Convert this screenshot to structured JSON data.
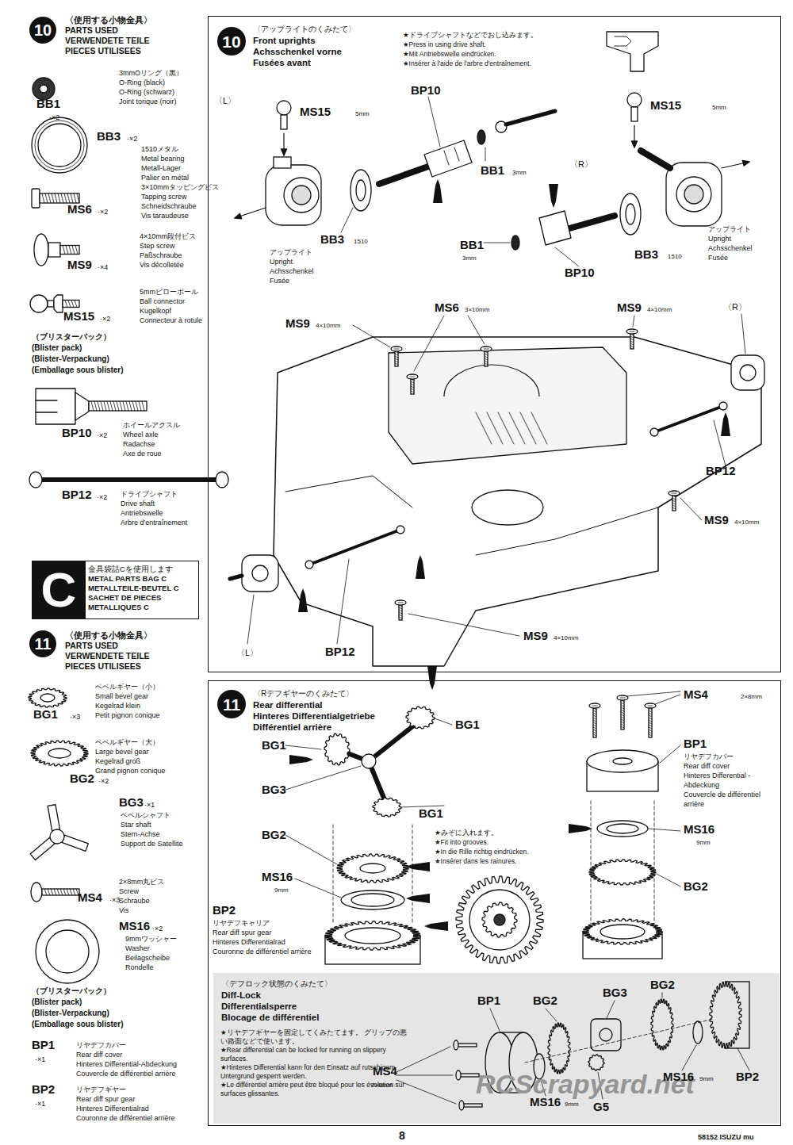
{
  "diagram": {
    "nodes": [
      {
        "text": [
          "10"
        ]
      },
      {
        "text": [
          "〈アップライトのくみたて〉",
          "Front uprights",
          "Achsschenkel vorne",
          "Fusées avant"
        ]
      },
      {
        "text": [
          "10"
        ],
        "in": 1
      },
      {
        "text": [
          "C"
        ]
      },
      {
        "text": [
          "金具袋詰Cを使用します",
          "METAL PARTS BAG C",
          "METALLTEILE-BEUTEL C",
          "SACHET DE PIECES METALLIQUES C"
        ]
      },
      {
        "text": [
          "11"
        ]
      },
      {
        "text": [
          "〈Rデフギヤーのくみたて〉",
          "Rear differential",
          "Hinteres Differentialgetriebe",
          "Différentiel arrière"
        ]
      },
      {
        "text": [
          "11"
        ],
        "in": 6
      },
      {
        "text": [
          "〈デフロック状態のくみたて〉",
          "Diff-Lock",
          "Differentialsperre",
          "Blocage de différentiel"
        ],
        "in": 6
      }
    ],
    "labels": [
      "〈使用する小物金具〉",
      "PARTS USED",
      "VERWENDETE TEILE",
      "PIECES UTILISEES",
      "BB1",
      "·×2",
      "3mmOリング（黒）",
      "O-Ring (black)",
      "O-Ring (schwarz)",
      "Joint torique (noir)",
      "BB3",
      "·×2",
      "1510メタル",
      "Metal bearing",
      "Metall-Lager",
      "Palier en métal",
      "3×10mmタッピングビス",
      "Tapping screw",
      "Schneidschraube",
      "Vis taraudeuse",
      "MS6",
      "·×2",
      "4×10mm段付ビス",
      "Step screw",
      "Paßschraube",
      "Vis décolletée",
      "MS9",
      "·×4",
      "5mmピローボール",
      "Ball connector",
      "Kugelkopf",
      "Connecteur à rotule",
      "MS15",
      "·×2",
      "（ブリスターパック）",
      "(Blister pack)",
      "(Blister-Verpackung)",
      "(Emballage sous blister)",
      "BP10",
      "·×2",
      "ホイールアクスル",
      "Wheel axle",
      "Radachse",
      "Axe de roue",
      "BP12",
      "·×2",
      "ドライブシャフト",
      "Drive shaft",
      "Antriebswelle",
      "Arbre d'entraînement",
      "〈使用する小物金具〉",
      "PARTS USED",
      "VERWENDETE TEILE",
      "PIECES UTILISEES",
      "BG1",
      "·×3",
      "ベベルギヤー（小）",
      "Small bevel gear",
      "Kegelrad klein",
      "Petit pignon conique",
      "ベベルギヤー（大）",
      "Large bevel gear",
      "Kegelrad groß",
      "Grand pignon conique",
      "BG2",
      "·×2",
      "BG3",
      "·×1",
      "ベベルシャフト",
      "Star shaft",
      "Stern-Achse",
      "Support de Satellite",
      "2×8mm丸ビス",
      "Screw",
      "Schraube",
      "Vis",
      "MS4",
      "·×3",
      "MS16",
      "·×2",
      "9mmワッシャー",
      "Washer",
      "Beilagscheibe",
      "Rondelle",
      "（ブリスターパック）",
      "(Blister pack)",
      "(Blister-Verpackung)",
      "(Emballage sous blister)",
      "BP1",
      "·×1",
      "リヤデフカバー",
      "Rear diff cover",
      "Hinteres Differential-Abdeckung",
      "Couvercle de différentiel arrière",
      "BP2",
      "·×1",
      "リヤデフギヤー",
      "Rear diff spur gear",
      "Hinteres Differentialrad",
      "Couronne de différentiel arrière",
      "★ドライブシャフトなどでおし込みます。",
      "★Press in using drive shaft.",
      "★Mit Antriebswelle eindrücken.",
      "★Insérer à l'aide de l'arbre d'entraînement.",
      "〈L〉",
      "MS15",
      "5mm",
      "BP10",
      "BB1",
      "3mm",
      "BB3",
      "1510",
      "アップライト",
      "Upright",
      "Achsschenkel",
      "Fusée",
      "MS15",
      "5mm",
      "〈R〉",
      "BB1",
      "3mm",
      "BB3",
      "1510",
      "BP10",
      "アップライト",
      "Upright",
      "Achsschenkel",
      "Fusée",
      "MS9",
      "4×10mm",
      "MS6",
      "3×10mm",
      "MS9",
      "4×10mm",
      "〈R〉",
      "BP12",
      "MS9",
      "4×10mm",
      "〈L〉",
      "BP12",
      "MS9",
      "4×10mm",
      "BG1",
      "BG1",
      "BG3",
      "BG1",
      "BG2",
      "MS16",
      "9mm",
      "BP2",
      "リヤデフキャリア",
      "Rear diff spur gear",
      "Hinteres Differentialrad",
      "Couronne de différentiel arrière",
      "★みぞに入れます。",
      "★Fit into grooves.",
      "★In die Rille richtig eindrücken.",
      "★Insérer dans les rainures.",
      "MS4",
      "2×8mm",
      "BP1",
      "リヤデフカバー",
      "Rear diff cover",
      "Hinteres Differential -Abdeckung",
      "Couvercle de différentiel arrière",
      "MS16",
      "9mm",
      "BG2",
      "★リヤデフギヤーを固定してくみたてます。 グリップの悪い路面などで使います。",
      "★Rear differential can be locked for running on slippery surfaces.",
      "★Hinteres Differential kann für den Einsatz auf rutschigem Untergrund gesperrt werden.",
      "★Le différentiel arrière peut être bloqué pour les évolution sur surfaces glissantes.",
      "BP1",
      "BG2",
      "BG3",
      "BG2",
      "MS4",
      "2×8mm",
      "MS16",
      "9mm",
      "G5",
      "MS16",
      "9mm",
      "BP2",
      "RCScrapyard.net",
      "8",
      "58152 ISUZU mu"
    ]
  }
}
